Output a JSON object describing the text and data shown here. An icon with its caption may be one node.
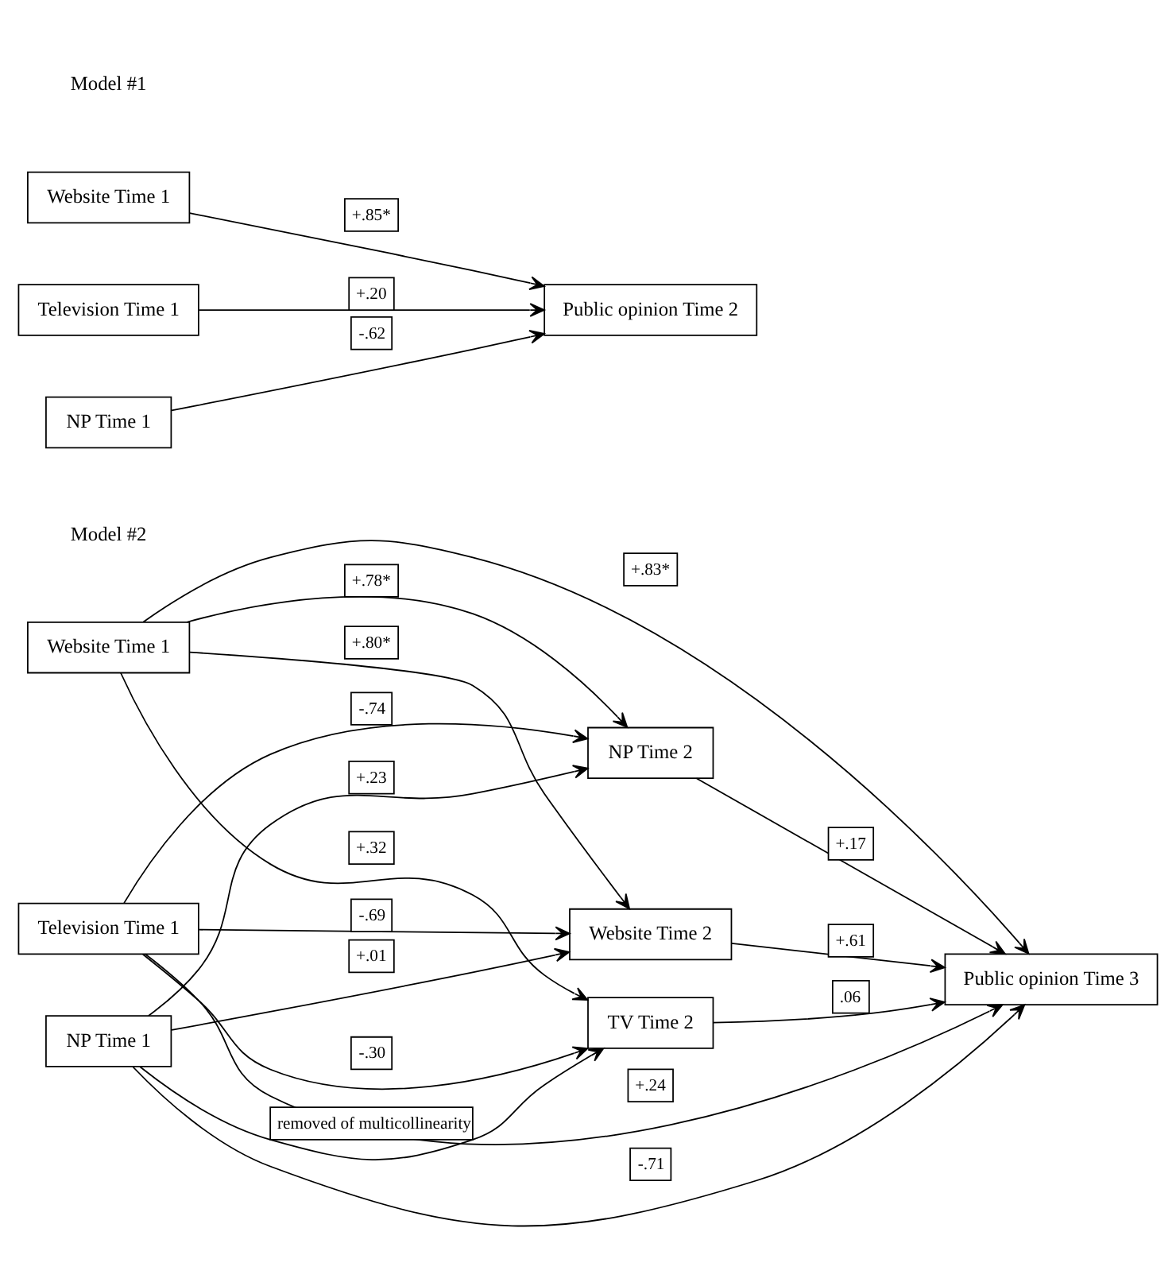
{
  "diagram": {
    "nodes": [
      {
        "text": [
          "Website Time 1"
        ]
      },
      {
        "text": [
          "Television Time 1"
        ]
      },
      {
        "text": [
          "NP Time 1"
        ]
      },
      {
        "text": [
          "Public opinion Time 2"
        ]
      },
      {
        "text": [
          "Website Time 1"
        ]
      },
      {
        "text": [
          "Television Time 1"
        ]
      },
      {
        "text": [
          "NP Time 1"
        ]
      },
      {
        "text": [
          "Website Time 2"
        ]
      },
      {
        "text": [
          "NP Time 2"
        ]
      },
      {
        "text": [
          "TV Time 2"
        ]
      },
      {
        "text": [
          "Public opinion Time 3"
        ]
      }
    ],
    "edges": [
      {
        "from": 0,
        "to": 3,
        "arrow": "to",
        "label": "+.85*"
      },
      {
        "from": 1,
        "to": 3,
        "arrow": "to",
        "label": "+.20"
      },
      {
        "from": 2,
        "to": 3,
        "arrow": "to",
        "label": "-.62"
      },
      {
        "from": 4,
        "to": 10,
        "arrow": "to",
        "label": "+.83*"
      },
      {
        "from": 4,
        "to": 7,
        "arrow": "to",
        "label": "+.80*"
      },
      {
        "from": 4,
        "to": 8,
        "arrow": "to",
        "label": "+.78*"
      },
      {
        "from": 4,
        "to": 9,
        "arrow": "to",
        "label": "+.32"
      },
      {
        "from": 5,
        "to": 7,
        "arrow": "to",
        "label": "-.69"
      },
      {
        "from": 5,
        "to": 10,
        "arrow": "to",
        "label": "+.24"
      },
      {
        "from": 5,
        "to": 8,
        "arrow": "to",
        "label": "-.74"
      },
      {
        "from": 5,
        "to": 9,
        "arrow": "to",
        "label": "-.30"
      },
      {
        "from": 6,
        "to": 7,
        "arrow": "to",
        "label": "+.01"
      },
      {
        "from": 6,
        "to": 8,
        "arrow": "to",
        "label": "+.23"
      },
      {
        "from": 6,
        "to": 9,
        "arrow": "to",
        "label": "removed of multicollinearity"
      },
      {
        "from": 6,
        "to": 10,
        "arrow": "to",
        "label": "-.71"
      },
      {
        "from": 7,
        "to": 10,
        "arrow": "to",
        "label": "+.61"
      },
      {
        "from": 8,
        "to": 10,
        "arrow": "to",
        "label": "+.17"
      },
      {
        "from": 9,
        "to": 10,
        "arrow": "to",
        "label": ".06"
      }
    ],
    "labels": [
      "Model #1",
      "Model #2"
    ]
  }
}
